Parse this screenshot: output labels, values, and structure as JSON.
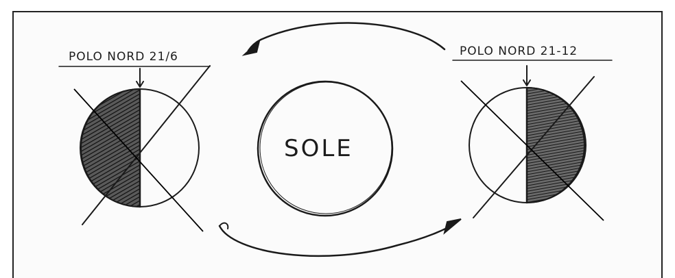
{
  "diagram": {
    "sun_label": "SOLE",
    "left_globe": {
      "date_label": "POLO NORD 21/6"
    },
    "right_globe": {
      "date_label": "POLO NORD 21-12"
    },
    "colors": {
      "ink": "#1a1a1a",
      "shade": "#3a3a3a",
      "paper": "#fbfbfb"
    }
  }
}
